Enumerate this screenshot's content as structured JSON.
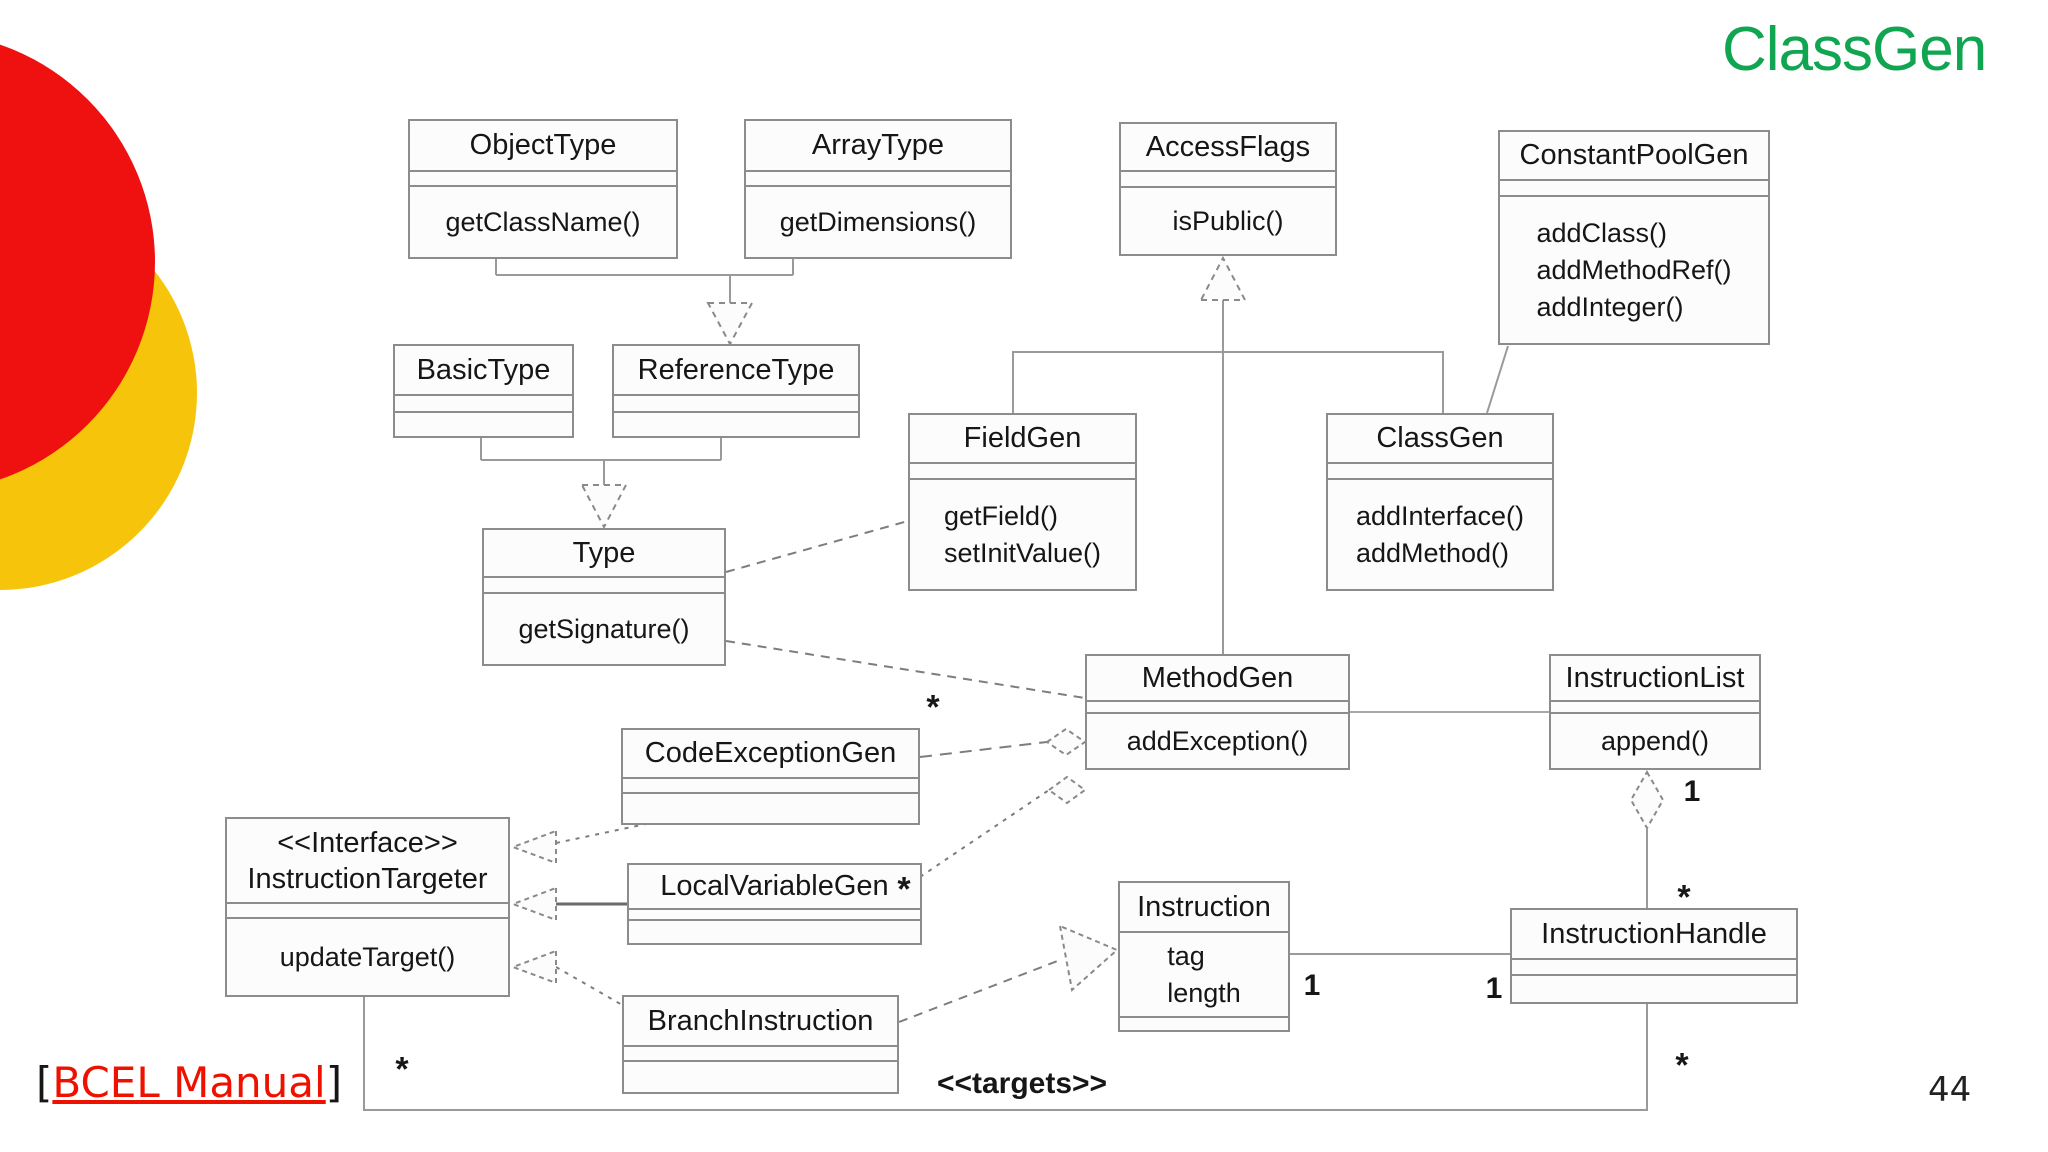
{
  "slide": {
    "title": "ClassGen",
    "page_number": "44",
    "link": {
      "prefix": "[",
      "text": "BCEL Manual",
      "suffix": "]"
    }
  },
  "colors": {
    "title_green": "#0FA551",
    "circle_red": "#EF1010",
    "circle_yellow": "#F6C50B",
    "link_red": "#EE1100",
    "box_border_gray": "#8C8C8C"
  },
  "diagram": {
    "classes": {
      "object_type": {
        "name": "ObjectType",
        "methods": [
          "getClassName()"
        ]
      },
      "array_type": {
        "name": "ArrayType",
        "methods": [
          "getDimensions()"
        ]
      },
      "access_flags": {
        "name": "AccessFlags",
        "methods": [
          "isPublic()"
        ]
      },
      "constant_pool_gen": {
        "name": "ConstantPoolGen",
        "methods": [
          "addClass()",
          "addMethodRef()",
          "addInteger()"
        ]
      },
      "basic_type": {
        "name": "BasicType",
        "methods": []
      },
      "reference_type": {
        "name": "ReferenceType",
        "methods": []
      },
      "field_gen": {
        "name": "FieldGen",
        "methods": [
          "getField()",
          "setInitValue()"
        ]
      },
      "class_gen": {
        "name": "ClassGen",
        "methods": [
          "addInterface()",
          "addMethod()"
        ]
      },
      "type": {
        "name": "Type",
        "methods": [
          "getSignature()"
        ]
      },
      "method_gen": {
        "name": "MethodGen",
        "methods": [
          "addException()"
        ]
      },
      "instruction_list": {
        "name": "InstructionList",
        "methods": [
          "append()"
        ]
      },
      "code_exception_gen": {
        "name": "CodeExceptionGen",
        "methods": []
      },
      "instruction_targeter": {
        "stereotype": "<<Interface>>",
        "name": "InstructionTargeter",
        "methods": [
          "updateTarget()"
        ]
      },
      "local_variable_gen": {
        "name": "LocalVariableGen",
        "methods": []
      },
      "branch_instruction": {
        "name": "BranchInstruction",
        "methods": []
      },
      "instruction": {
        "name": "Instruction",
        "attributes": [
          "tag",
          "length"
        ]
      },
      "instruction_handle": {
        "name": "InstructionHandle",
        "methods": []
      }
    },
    "labels": {
      "targets": "<<targets>>",
      "ceg_multiplicity": "*",
      "lvg_multiplicity": "*",
      "il_aggregation_one": "1",
      "ih_multiplicity_top": "*",
      "instruction_one": "1",
      "ih_one": "1",
      "targeter_star": "*",
      "ih_multiplicity_bottom": "*"
    }
  }
}
